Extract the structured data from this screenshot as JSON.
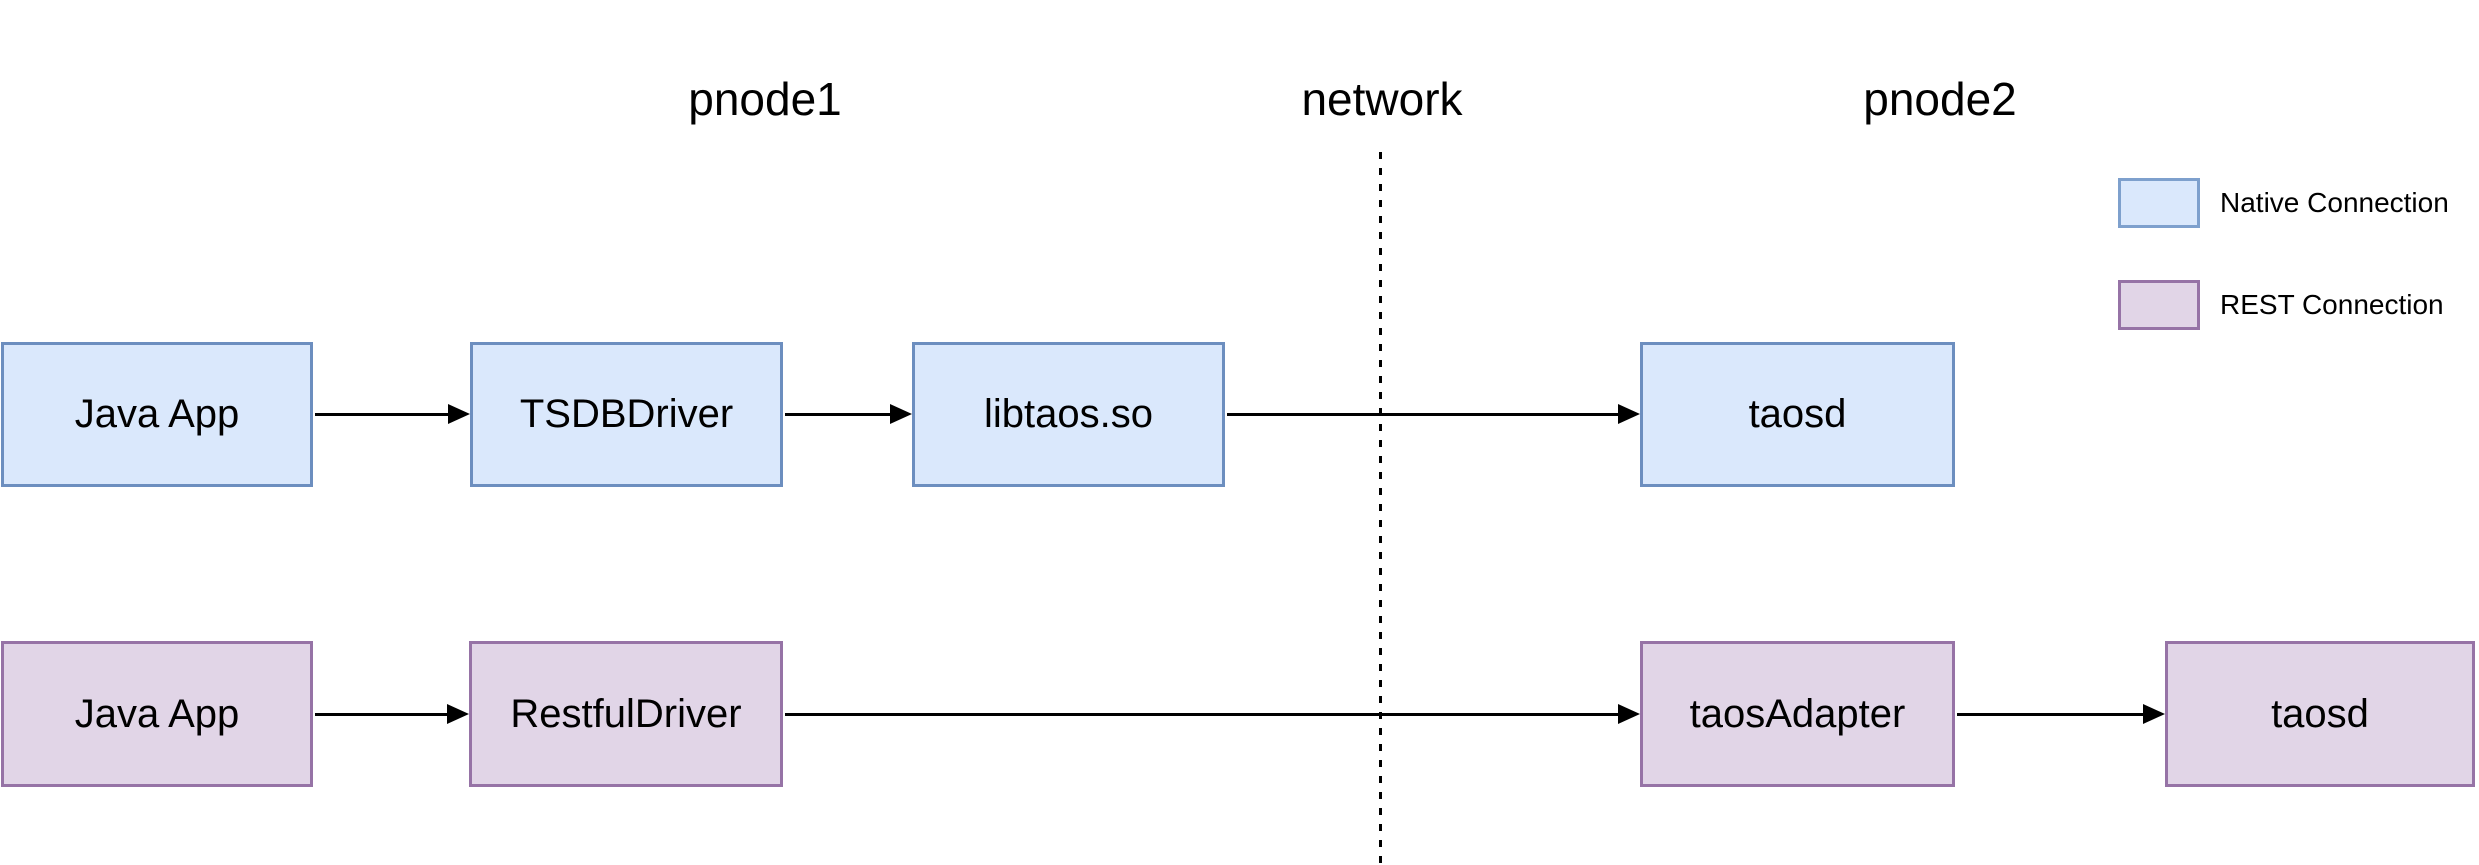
{
  "titles": {
    "pnode1": "pnode1",
    "network": "network",
    "pnode2": "pnode2"
  },
  "nodes": {
    "native_java_app": {
      "label": "Java App"
    },
    "tsdb_driver": {
      "label": "TSDBDriver"
    },
    "libtaos": {
      "label": "libtaos.so"
    },
    "native_taosd": {
      "label": "taosd"
    },
    "rest_java_app": {
      "label": "Java App"
    },
    "restful_driver": {
      "label": "RestfulDriver"
    },
    "taos_adapter": {
      "label": "taosAdapter"
    },
    "rest_taosd": {
      "label": "taosd"
    }
  },
  "connections": {
    "native": [
      "Java App -> TSDBDriver",
      "TSDBDriver -> libtaos.so",
      "libtaos.so -> taosd"
    ],
    "rest": [
      "Java App -> RestfulDriver",
      "RestfulDriver -> taosAdapter",
      "taosAdapter -> taosd"
    ]
  },
  "legend": {
    "native": {
      "label": "Native Connection",
      "fill": "#dae8fc",
      "border": "#6c8ebf"
    },
    "rest": {
      "label": "REST Connection",
      "fill": "#e1d5e7",
      "border": "#9673a6"
    }
  },
  "colors": {
    "background": "#ffffff",
    "line": "#000000",
    "text": "#000000",
    "native_fill": "#dae8fc",
    "native_border": "#6c8ebf",
    "rest_fill": "#e1d5e7",
    "rest_border": "#9673a6"
  }
}
